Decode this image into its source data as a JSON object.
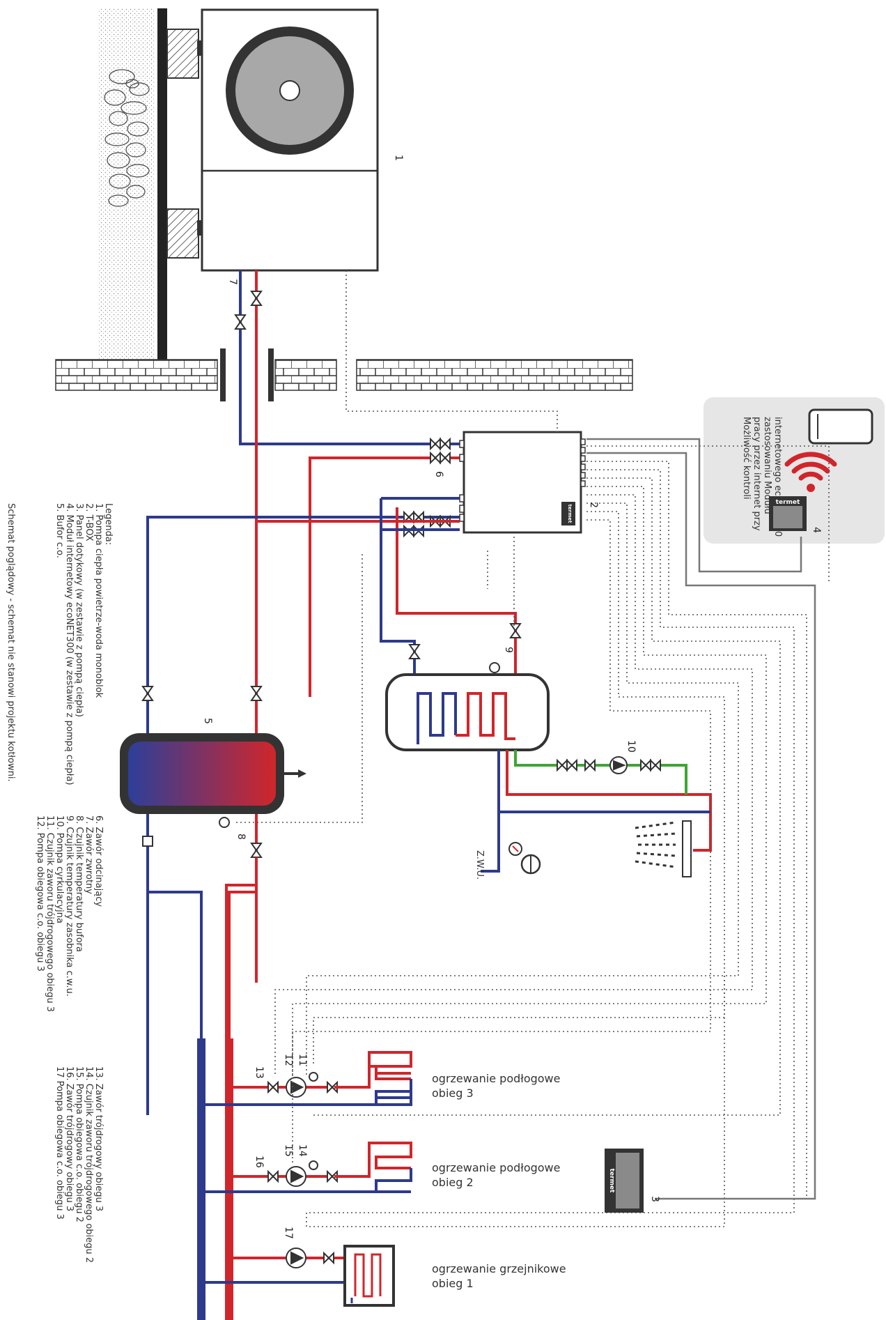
{
  "legend": {
    "title": "Legenda:",
    "col1": [
      "1. Pompa ciepła powietrze-woda monoblok",
      "2. T-BOX",
      "3. Panel dotykowy (w zestawie z pompą ciepła)",
      "4. Moduł internetowy ecoNET300 (w zestawie z pompą ciepła)",
      "5. Bufor c.o."
    ],
    "col2": [
      "6. Zawór odcinający",
      "7. Zawór zwrotny",
      "8. Czujnik temperatury bufora",
      "9. Czujnik temperatury zasobnika c.w.u.",
      "10. Pompa cyrkulacyjna",
      "11. Czujnik zaworu trójdrogowego obiegu 3",
      "12. Pompa obiegowa c.o. obiegu 3"
    ],
    "col3": [
      "13. Zawór trójdrogowy obiegu 3",
      "14. Czujnik zaworu trójdrogowego obiegu 2",
      "15. Pompa obiegowa c.o. obiegu 2",
      "16. Zawór trójdrogowy obiegu 3",
      "17 Pompa obiegowa c.o. obiegu 3"
    ]
  },
  "footer_note": "Schemat poglądowy - schemat nie stanowi projektu kotłowni.",
  "internet_box": {
    "lines": [
      "Możliwość kontroli",
      "pracy przez internet przy",
      "zastosowaniu Modułu",
      "internetowego ecoNET300"
    ],
    "brand": "termet"
  },
  "tbox_brand": "termet",
  "panel_brand": "termet",
  "circuits": {
    "c3_line1": "ogrzewanie podłogowe",
    "c3_line2": "obieg 3",
    "c2_line1": "ogrzewanie podłogowe",
    "c2_line2": "obieg 2",
    "c1_line1": "ogrzewanie grzejnikowe",
    "c1_line2": "obieg 1"
  },
  "zwu_label": "Z.W.U.",
  "numbers": {
    "n1": "1",
    "n2": "2",
    "n3": "3",
    "n4": "4",
    "n5": "5",
    "n6": "6",
    "n7": "7",
    "n8": "8",
    "n9": "9",
    "n10": "10",
    "n11": "11",
    "n12": "12",
    "n13": "13",
    "n14": "14",
    "n15": "15",
    "n16": "16",
    "n17": "17"
  },
  "colors": {
    "supply": "#d0262b",
    "return": "#2e3a8c",
    "circulation": "#3fa535",
    "wifi": "#d0262b",
    "panel_bg": "#e6e6e6"
  }
}
